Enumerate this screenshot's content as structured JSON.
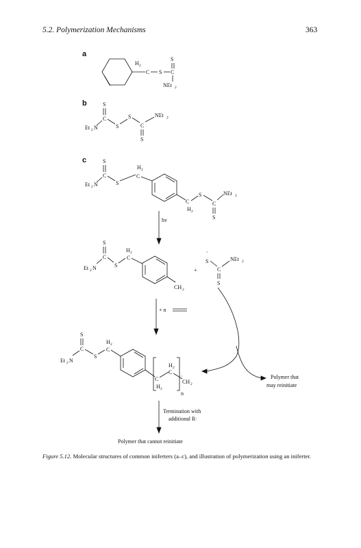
{
  "header": {
    "section": "5.2. Polymerization Mechanisms",
    "page_number": "363"
  },
  "structures": {
    "a_label": "a",
    "b_label": "b",
    "c_label": "c"
  },
  "atoms": {
    "S": "S",
    "C": "C",
    "H": "H",
    "N": "N",
    "Et": "Et",
    "two": "2",
    "NEt": "NEt",
    "CH": "CH",
    "n": "n",
    "radical_dot": "·"
  },
  "reaction": {
    "hv": "hv",
    "plus": "+",
    "add_monomer": "+ n",
    "termination_1": "Termination with",
    "termination_2": "additional R·",
    "reinitiate_1": "Polymer that",
    "reinitiate_2": "may reinitiate",
    "no_reinitiate": "Polymer that cannot reinitiate"
  },
  "caption": {
    "figure": "Figure 5.12.",
    "text": "Molecular structures of common iniferters (a–c), and illustration of polymerization using an iniferter."
  }
}
